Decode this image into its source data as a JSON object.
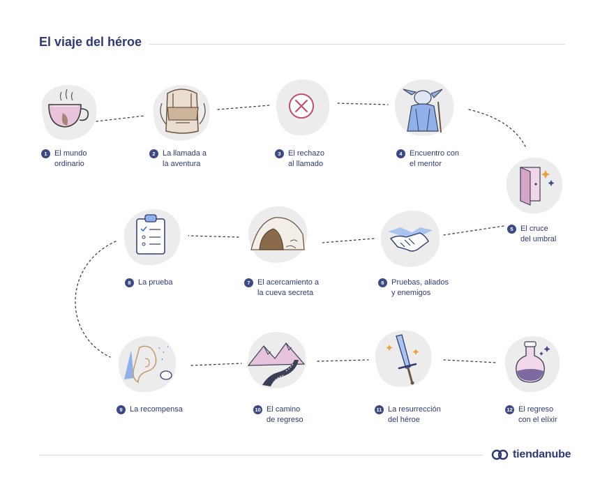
{
  "title": "El viaje del héroe",
  "brand": {
    "name": "tiendanube",
    "logo_icon": "cloud-icon"
  },
  "steps": [
    {
      "number": "1",
      "label": "El mundo\nordinario",
      "icon": "coffee-cup-icon"
    },
    {
      "number": "2",
      "label": "La llamada a\nla aventura",
      "icon": "backpack-icon"
    },
    {
      "number": "3",
      "label": "El rechazo\nal llamado",
      "icon": "x-circle-icon"
    },
    {
      "number": "4",
      "label": "Encuentro con\nel mentor",
      "icon": "mentor-icon"
    },
    {
      "number": "5",
      "label": "El cruce\ndel umbral",
      "icon": "door-icon"
    },
    {
      "number": "6",
      "label": "Pruebas, aliados\ny enemigos",
      "icon": "handshake-icon"
    },
    {
      "number": "7",
      "label": "El acercamiento a\nla cueva secreta",
      "icon": "cave-icon"
    },
    {
      "number": "8",
      "label": "La prueba",
      "icon": "clipboard-icon"
    },
    {
      "number": "9",
      "label": "La recompensa",
      "icon": "treasure-map-icon"
    },
    {
      "number": "10",
      "label": "El camino\nde regreso",
      "icon": "mountain-road-icon"
    },
    {
      "number": "11",
      "label": "La resurrección\ndel héroe",
      "icon": "sword-icon"
    },
    {
      "number": "12",
      "label": "El regreso\ncon el elíxir",
      "icon": "potion-icon"
    }
  ],
  "colors": {
    "primary": "#2d3a75",
    "badge": "#3b4986",
    "blob": "#ececed",
    "accent_pink": "#d7a6c6",
    "accent_blue": "#8fb0e8",
    "accent_brown": "#8a6a4a"
  }
}
